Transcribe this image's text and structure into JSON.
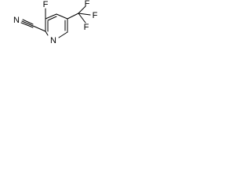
{
  "molecule": {
    "atoms": {
      "fluoro_top": "F",
      "ring_nitrogen": "N",
      "nitrile_nitrogen": "N",
      "cf3_fluorine_top": "F",
      "cf3_fluorine_right": "F",
      "cf3_fluorine_bottom": "F"
    }
  }
}
